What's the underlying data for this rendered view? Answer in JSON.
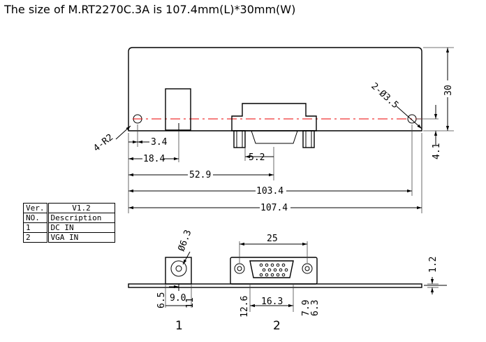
{
  "title": "The size of M.RT2270C.3A is 107.4mm(L)*30mm(W)",
  "dimensions": {
    "d3_4": "3.4",
    "d18_4": "18.4",
    "d52_9": "52.9",
    "d103_4": "103.4",
    "d107_4": "107.4",
    "d5_2": "5.2",
    "d30": "30",
    "d4_1": "4.1",
    "corner_radius": "4-R2",
    "hole": "2-Ø3.5",
    "dc_dia": "Ø6.3",
    "d6_5": "6.5",
    "d9_0": "9.0",
    "d11": "11",
    "d25": "25",
    "d16_3": "16.3",
    "d12_6": "12.6",
    "d7_9": "7.9",
    "d6_3": "6.3",
    "d1_2": "1.2"
  },
  "view_labels": {
    "dc": "1",
    "vga": "2"
  },
  "legend": {
    "ver_label": "Ver.",
    "ver_value": "V1.2",
    "header_no": "NO.",
    "header_desc": "Description",
    "rows": [
      {
        "no": "1",
        "desc": "DC IN"
      },
      {
        "no": "2",
        "desc": "VGA IN"
      }
    ]
  },
  "colors": {
    "line": "#000000",
    "centerline": "#e00000"
  }
}
